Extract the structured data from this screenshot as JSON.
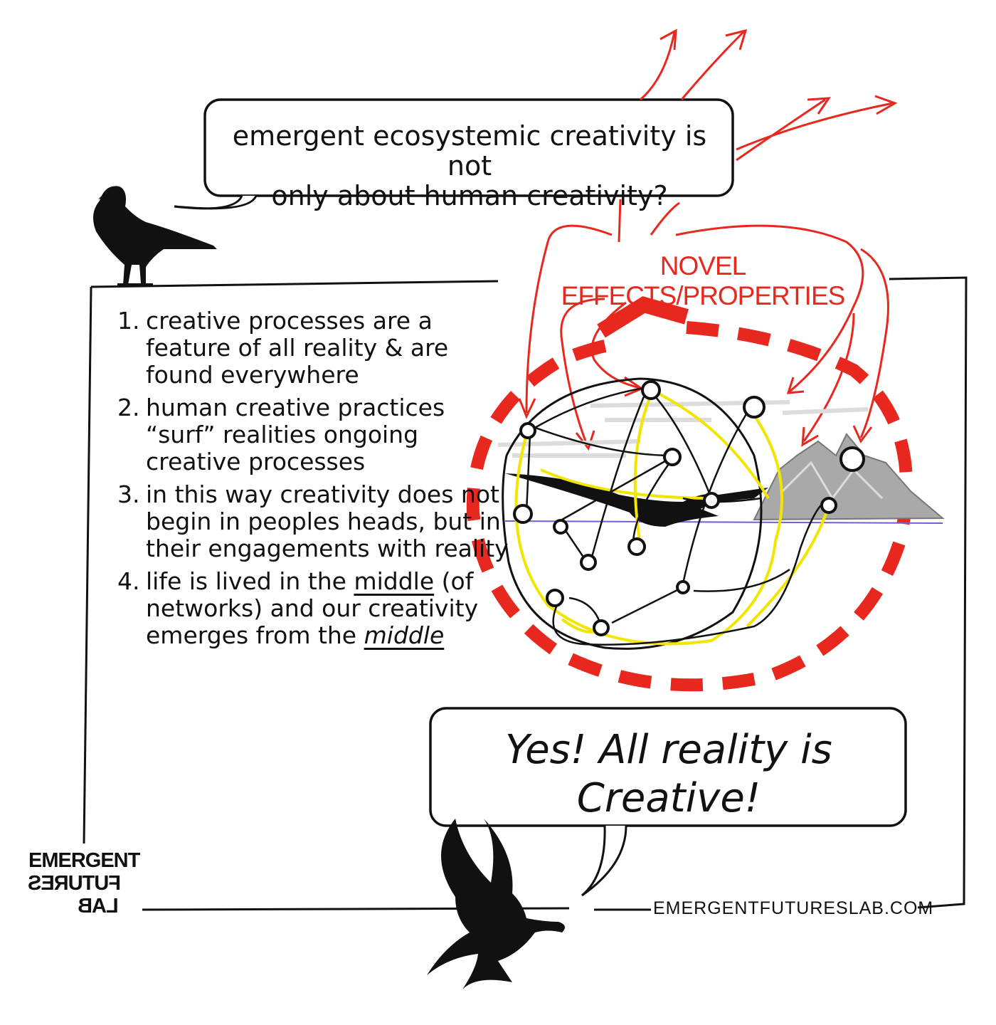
{
  "bubble_top": {
    "line1": "emergent ecosystemic creativity is not",
    "line2": "only about human creativity?"
  },
  "list": {
    "items": [
      {
        "number": "1.",
        "text": "creative processes are a feature of all reality & are found everywhere"
      },
      {
        "number": "2.",
        "text": "human creative practices “surf” realities ongoing creative processes"
      },
      {
        "number": "3.",
        "text": "in this way creativity does not begin in peoples heads, but in their engagements with reality"
      },
      {
        "number": "4.",
        "text_before": "life is lived in the",
        "underlined": "middle",
        "text_mid": "(of networks) and our creativity emerges from the",
        "underlined2": "middle"
      }
    ]
  },
  "network_label": "NOVEL EFFECTS/PROPERTIES",
  "bubble_bottom": {
    "line1": "Yes! All reality is",
    "line2": "Creative!"
  },
  "logo": {
    "line1": "EMERGENT",
    "line2": "FUTURES",
    "line3": "LAB"
  },
  "footer_url": "EMERGENTFUTURESLAB.COM",
  "colors": {
    "ink": "#111111",
    "red": "#e8281e",
    "yellow": "#f2e600",
    "grey": "#9a9a9a"
  }
}
